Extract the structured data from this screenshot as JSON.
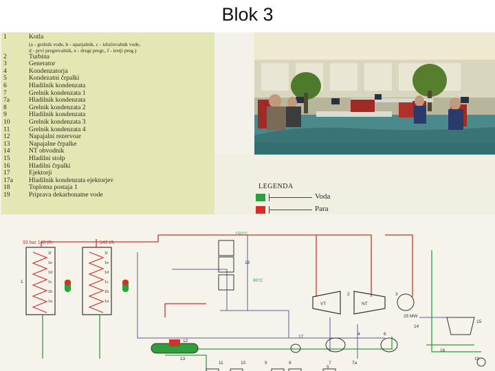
{
  "slide": {
    "title": "Blok 3"
  },
  "components": [
    {
      "num": "1",
      "text": "Kotla"
    },
    {
      "num": "",
      "text": "(a - grelnik vode, b - uparjalnik, c - izločevalnik vode,",
      "sub": true
    },
    {
      "num": "",
      "text": "d - prvi pregrevalnik, e - drugi pregr., f - tretji preg.)",
      "sub": true
    },
    {
      "num": "2",
      "text": "Turbina"
    },
    {
      "num": "3",
      "text": "Generator"
    },
    {
      "num": "4",
      "text": "Kondenzatorja"
    },
    {
      "num": "5",
      "text": "Kondezatni črpalki"
    },
    {
      "num": "6",
      "text": "Hladilnik kondenzata"
    },
    {
      "num": "7",
      "text": "Grelnik kondenzata 1"
    },
    {
      "num": "7a",
      "text": "Hladilnik kondenzata"
    },
    {
      "num": "8",
      "text": "Grelnik kondenzata 2"
    },
    {
      "num": "9",
      "text": "Hladilnik kondenzata"
    },
    {
      "num": "10",
      "text": "Grelnik kondenzata 3"
    },
    {
      "num": "11",
      "text": "Grelnik kondenzata 4"
    },
    {
      "num": "12",
      "text": "Napajalni rezervoar"
    },
    {
      "num": "13",
      "text": "Napajalne črpalke"
    },
    {
      "num": "14",
      "text": "NT obvodnik"
    },
    {
      "num": "15",
      "text": "Hladilni stolp"
    },
    {
      "num": "16",
      "text": "Hladilni črpalki"
    },
    {
      "num": "17",
      "text": "Ejektorji"
    },
    {
      "num": "17a",
      "text": "Hladilnik kondenzata ejektorjev"
    },
    {
      "num": "18",
      "text": "Toplotna postaja 1"
    },
    {
      "num": "19",
      "text": "Priprava dekarbonatne vode"
    }
  ],
  "legend": {
    "heading": "LEGENDA",
    "items": [
      {
        "label": "Voda",
        "color": "#2f9e3c"
      },
      {
        "label": "Para",
        "color": "#d0322a"
      }
    ]
  },
  "schematic": {
    "boiler1_param": "93 bar  140 t/h",
    "boiler2_param": "140 t/h",
    "boiler_parts": [
      "1f",
      "1e",
      "1d",
      "1c",
      "1b",
      "1a"
    ],
    "temp_hot": "150°C",
    "temp_return": "80°C",
    "turbine_vt": "VT",
    "turbine_nt": "NT",
    "generator_power": "25 MW",
    "labels": [
      "1",
      "2",
      "3",
      "4",
      "5",
      "6",
      "7",
      "7a",
      "8",
      "9",
      "10",
      "11",
      "12",
      "13",
      "14",
      "15",
      "16",
      "17",
      "18",
      "19"
    ],
    "line_colors": {
      "water": "#2f9e3c",
      "steam": "#d0322a",
      "other": "#5a5aa8"
    }
  }
}
